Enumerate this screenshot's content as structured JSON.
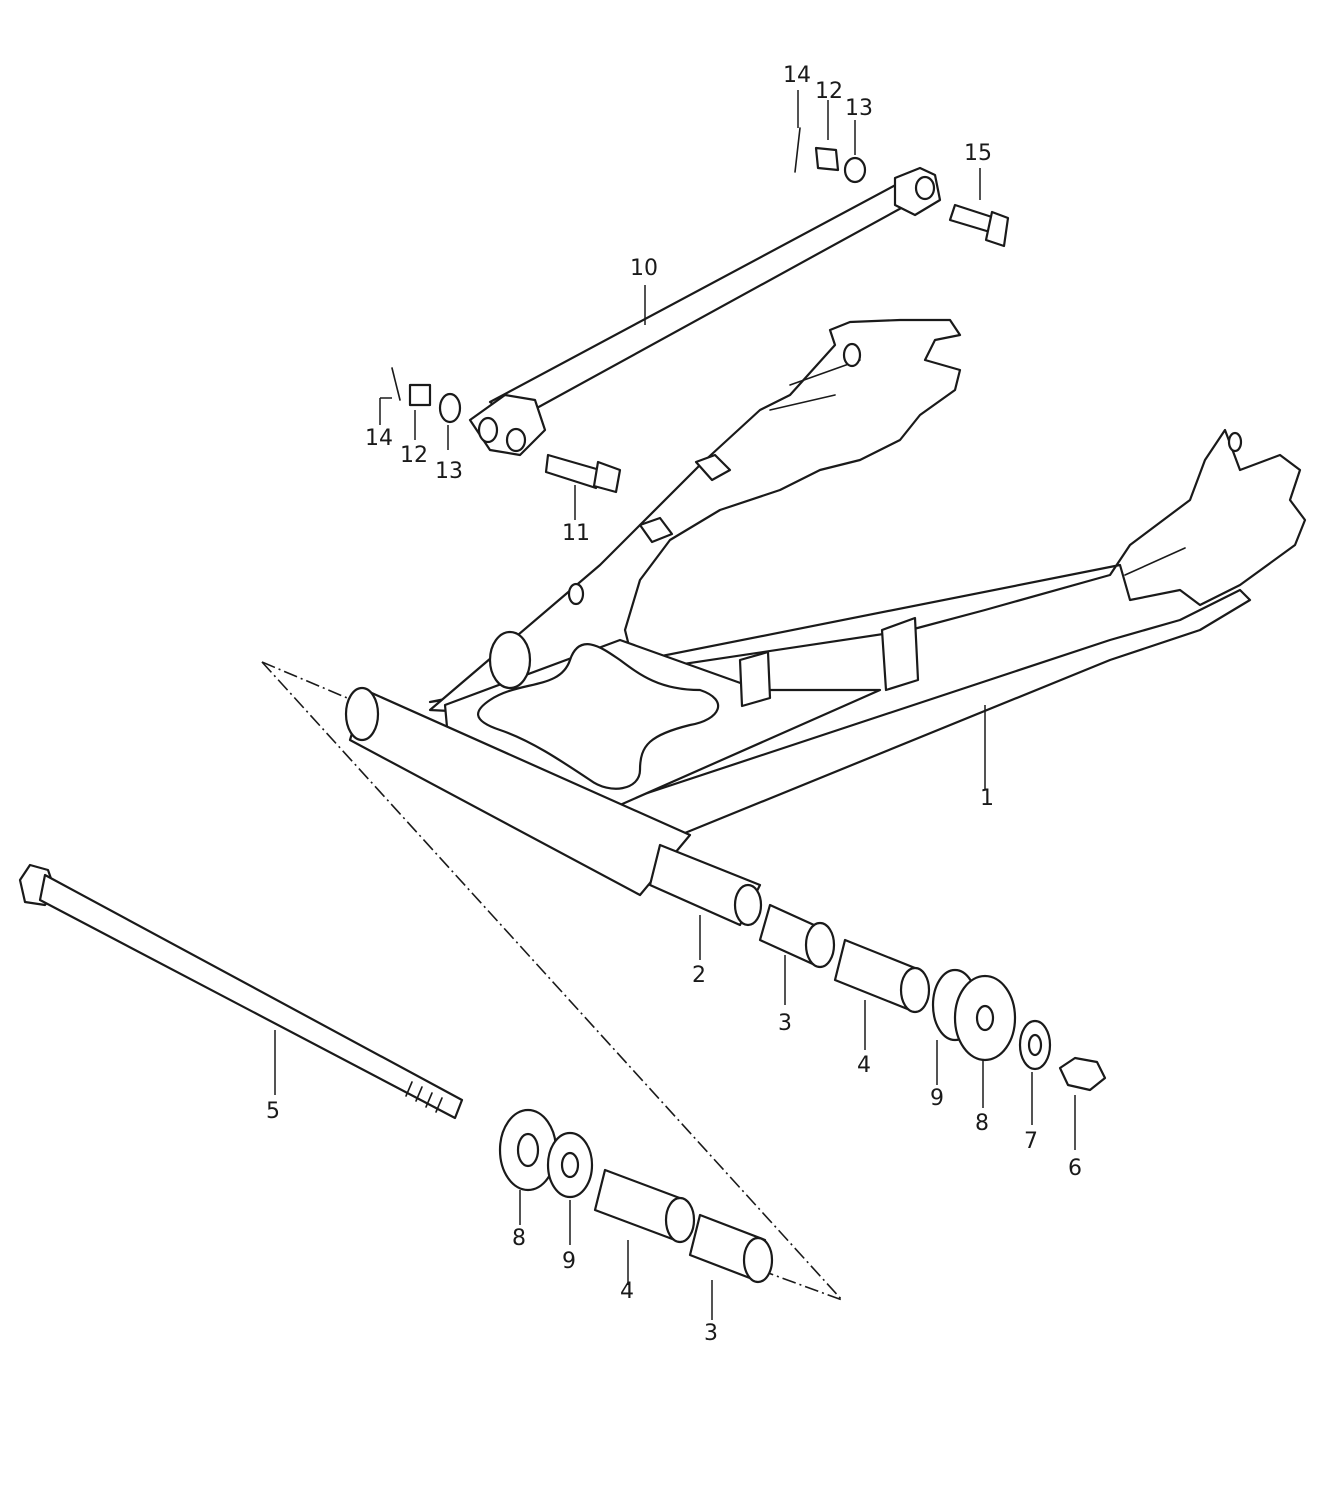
{
  "callouts": {
    "c1": "1",
    "c2": "2",
    "c3a": "3",
    "c3b": "3",
    "c4a": "4",
    "c4b": "4",
    "c5": "5",
    "c6": "6",
    "c7": "7",
    "c8a": "8",
    "c8b": "8",
    "c9a": "9",
    "c9b": "9",
    "c10": "10",
    "c11": "11",
    "c12a": "12",
    "c12b": "12",
    "c13a": "13",
    "c13b": "13",
    "c14a": "14",
    "c14b": "14",
    "c15": "15"
  }
}
